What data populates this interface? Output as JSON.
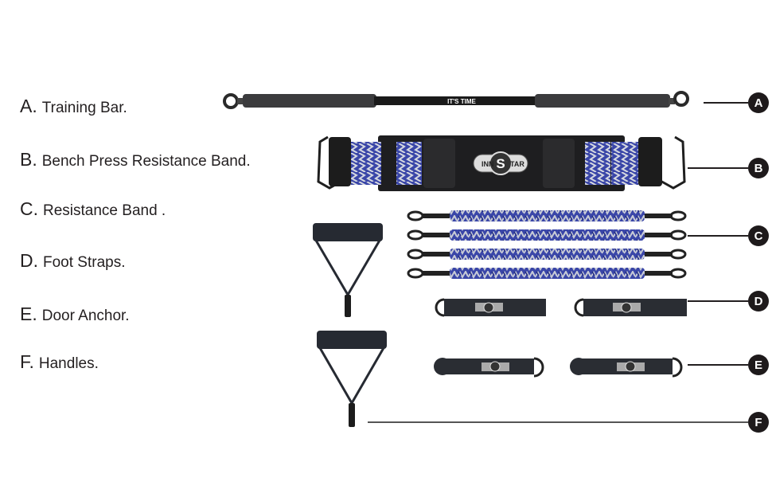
{
  "legend": [
    {
      "letter": "A.",
      "label": "Training Bar."
    },
    {
      "letter": "B.",
      "label": "Bench Press Resistance Band."
    },
    {
      "letter": "C.",
      "label": "Resistance Band ."
    },
    {
      "letter": "D.",
      "label": "Foot Straps."
    },
    {
      "letter": "E.",
      "label": "Door Anchor."
    },
    {
      "letter": "F.",
      "label": "Handles."
    }
  ],
  "callouts": [
    {
      "letter": "A"
    },
    {
      "letter": "B"
    },
    {
      "letter": "C"
    },
    {
      "letter": "D"
    },
    {
      "letter": "E"
    },
    {
      "letter": "F"
    }
  ],
  "products": {
    "training_bar_text": "IT'S TIME",
    "brand_left": "INN",
    "brand_center": "S",
    "brand_right": "TAR"
  },
  "colors": {
    "band_blue": "#2e3a9a",
    "band_grey": "#9aa0ad",
    "strap_dark": "#2a2d33",
    "text": "#231f20"
  }
}
